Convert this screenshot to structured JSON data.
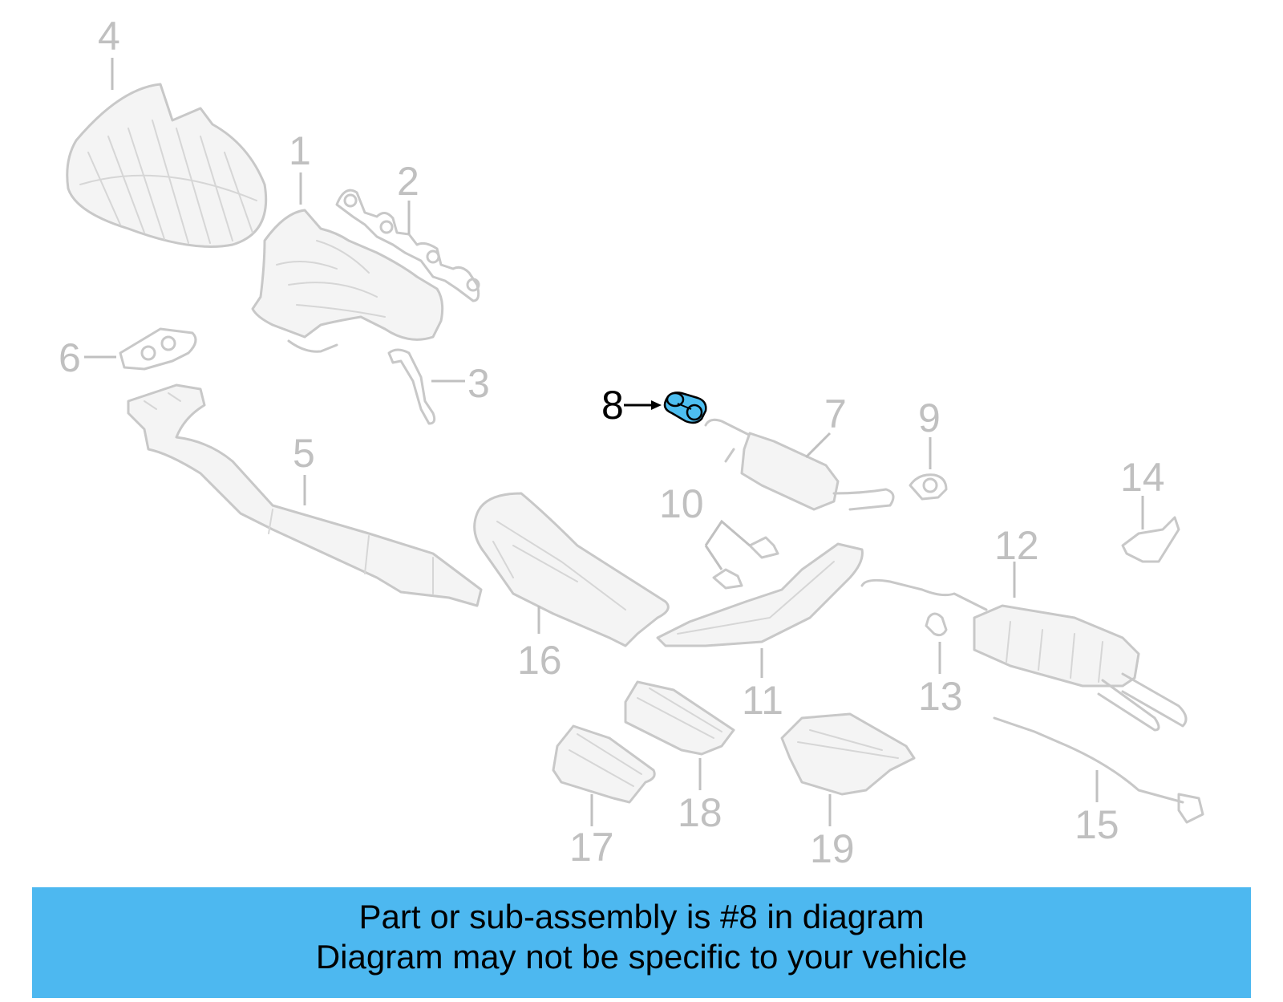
{
  "diagram": {
    "highlighted_part": "8",
    "callouts": [
      "1",
      "2",
      "3",
      "4",
      "5",
      "6",
      "7",
      "8",
      "9",
      "10",
      "11",
      "12",
      "13",
      "14",
      "15",
      "16",
      "17",
      "18",
      "19"
    ]
  },
  "banner": {
    "line1": "Part or sub-assembly is #8 in diagram",
    "line2": "Diagram may not be specific to your vehicle"
  },
  "colors": {
    "banner_bg": "#4db8f0",
    "highlight_part": "#4dbef0",
    "faded_parts": "#c8c8c8"
  }
}
